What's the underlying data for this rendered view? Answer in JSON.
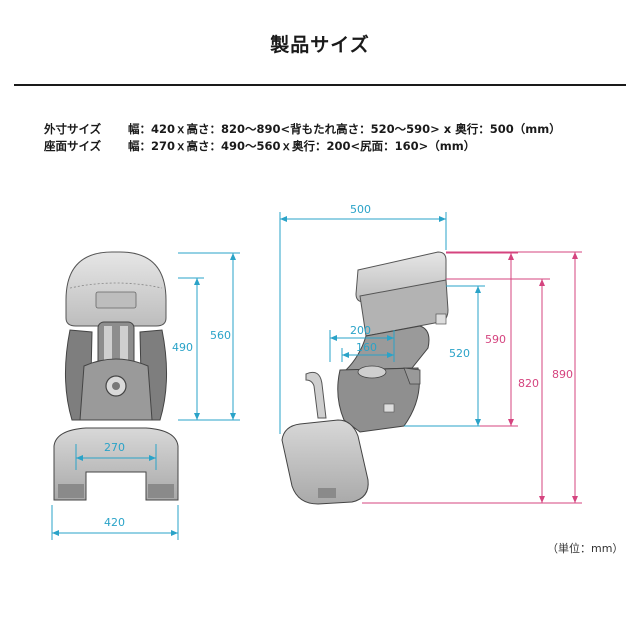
{
  "title": "製品サイズ",
  "specs": [
    {
      "label": "外寸サイズ",
      "text": "幅：420ｘ高さ：820〜890<背もたれ高さ：520〜590> x 奥行：500（mm）"
    },
    {
      "label": "座面サイズ",
      "text": "幅：270ｘ高さ：490〜560ｘ奥行：200<尻面：160>（mm）"
    }
  ],
  "unit_note": "（単位：mm）",
  "front_view": {
    "width_outer": "420",
    "width_seat": "270",
    "seat_height_min": "490",
    "seat_height_max": "560"
  },
  "side_view": {
    "depth_total": "500",
    "seat_depth": "200",
    "bottom_depth": "160",
    "back_height_min": "520",
    "back_height_max": "590",
    "height_min": "820",
    "height_max": "890"
  },
  "colors": {
    "dimension_blue": "#2aa3c8",
    "dimension_pink": "#d5447f",
    "product_gray": "#c9c9c9"
  }
}
